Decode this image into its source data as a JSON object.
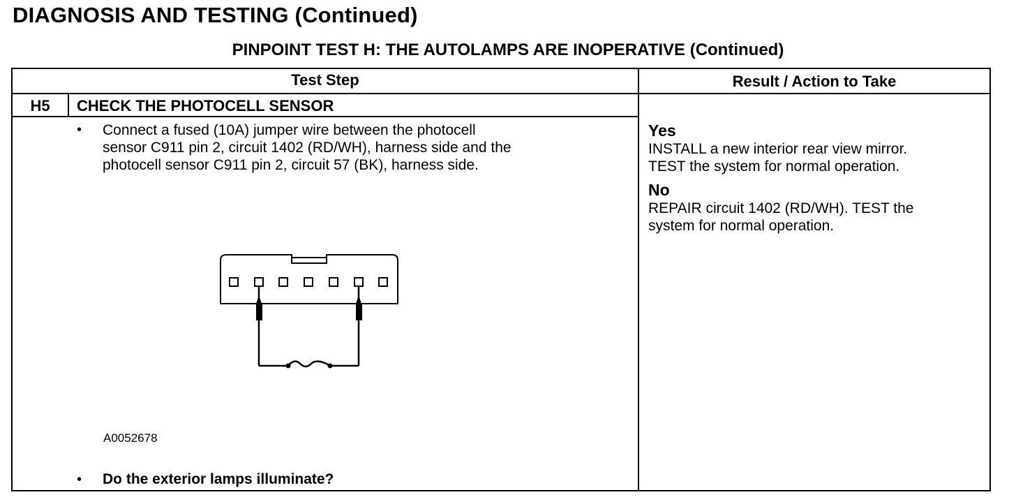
{
  "header": {
    "section_title": "DIAGNOSIS AND TESTING (Continued)",
    "test_title": "PINPOINT TEST  H: THE AUTOLAMPS ARE INOPERATIVE (Continued)"
  },
  "table": {
    "col_test_step": "Test Step",
    "col_result": "Result / Action to Take",
    "step": {
      "id": "H5",
      "title": "CHECK THE PHOTOCELL SENSOR",
      "bullet_symbol": "•",
      "instruction_lines": [
        "Connect a fused (10A) jumper wire between the photocell",
        "sensor C911 pin 2, circuit 1402 (RD/WH), harness side and the",
        "photocell sensor C911 pin 2, circuit 57 (BK), harness side."
      ],
      "figure_id": "A0052678",
      "question": "Do the exterior lamps illuminate?"
    },
    "results": {
      "yes_label": "Yes",
      "yes_lines": [
        "INSTALL a new interior rear view mirror.",
        "TEST the system for normal operation."
      ],
      "no_label": "No",
      "no_lines": [
        "REPAIR circuit 1402 (RD/WH). TEST the",
        "system for normal operation."
      ]
    }
  }
}
